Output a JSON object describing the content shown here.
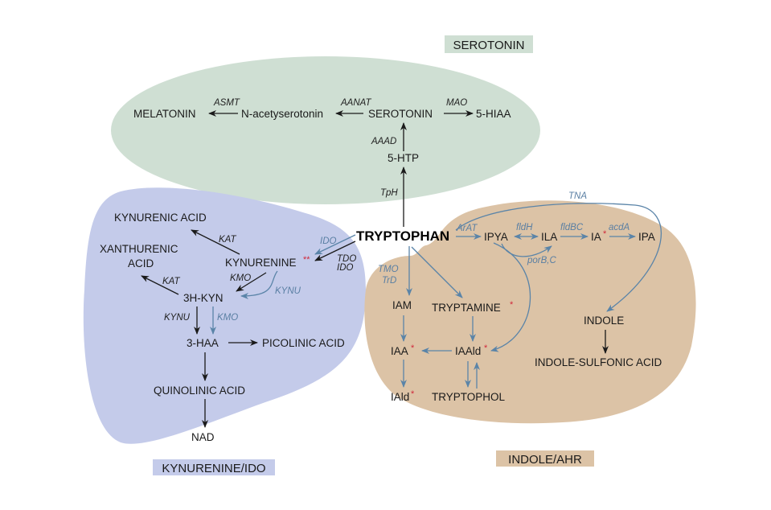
{
  "colors": {
    "serotonin_region": "#cfdfd3",
    "kynurenine_region": "#c4cbea",
    "indole_region": "#dcc3a6",
    "black_arrow": "#1a1a1a",
    "blue_arrow": "#5a84a8",
    "asterisk": "#d0283a"
  },
  "regions": {
    "serotonin": "SEROTONIN",
    "kynurenine": "KYNURENINE/IDO",
    "indole": "INDOLE/AHR"
  },
  "nodes": {
    "tryptophan": "TRYPTOPHAN",
    "htp": "5-HTP",
    "serotonin": "SEROTONIN",
    "hiaa": "5-HIAA",
    "nacetyl": "N-acetyserotonin",
    "melatonin": "MELATONIN",
    "kynurenine": "KYNURENINE",
    "kynurenic": "KYNURENIC ACID",
    "xanth1": "XANTHURENIC",
    "xanth2": "ACID",
    "hkyn": "3H-KYN",
    "haa": "3-HAA",
    "picolinic": "PICOLINIC ACID",
    "quinolinic": "QUINOLINIC ACID",
    "nad": "NAD",
    "ipya": "IPYA",
    "ila": "ILA",
    "ia": "IA",
    "ipa": "IPA",
    "iam": "IAM",
    "tryptamine": "TRYPTAMINE",
    "iaa": "IAA",
    "iaald": "IAAld",
    "iald": "IAld",
    "tryptophol": "TRYPTOPHOL",
    "indole": "INDOLE",
    "indole_sulfonic": "INDOLE-SULFONIC ACID"
  },
  "asterisks": {
    "single": "*",
    "double": "**"
  },
  "enzymes": {
    "asmt": "ASMT",
    "aanat": "AANAT",
    "mao": "MAO",
    "aaad": "AAAD",
    "tph": "TpH",
    "kat1": "KAT",
    "kat2": "KAT",
    "ido_blue": "IDO",
    "tdo": "TDO",
    "ido": "IDO",
    "kmo": "KMO",
    "kynu_blue": "KYNU",
    "kynu": "KYNU",
    "kmo_blue": "KMO",
    "arat": "ArAT",
    "fldh": "fldH",
    "fldbc": "fldBC",
    "acda": "acdA",
    "porbc": "porB,C",
    "tna": "TNA",
    "tmo": "TMO",
    "trd": "TrD"
  }
}
